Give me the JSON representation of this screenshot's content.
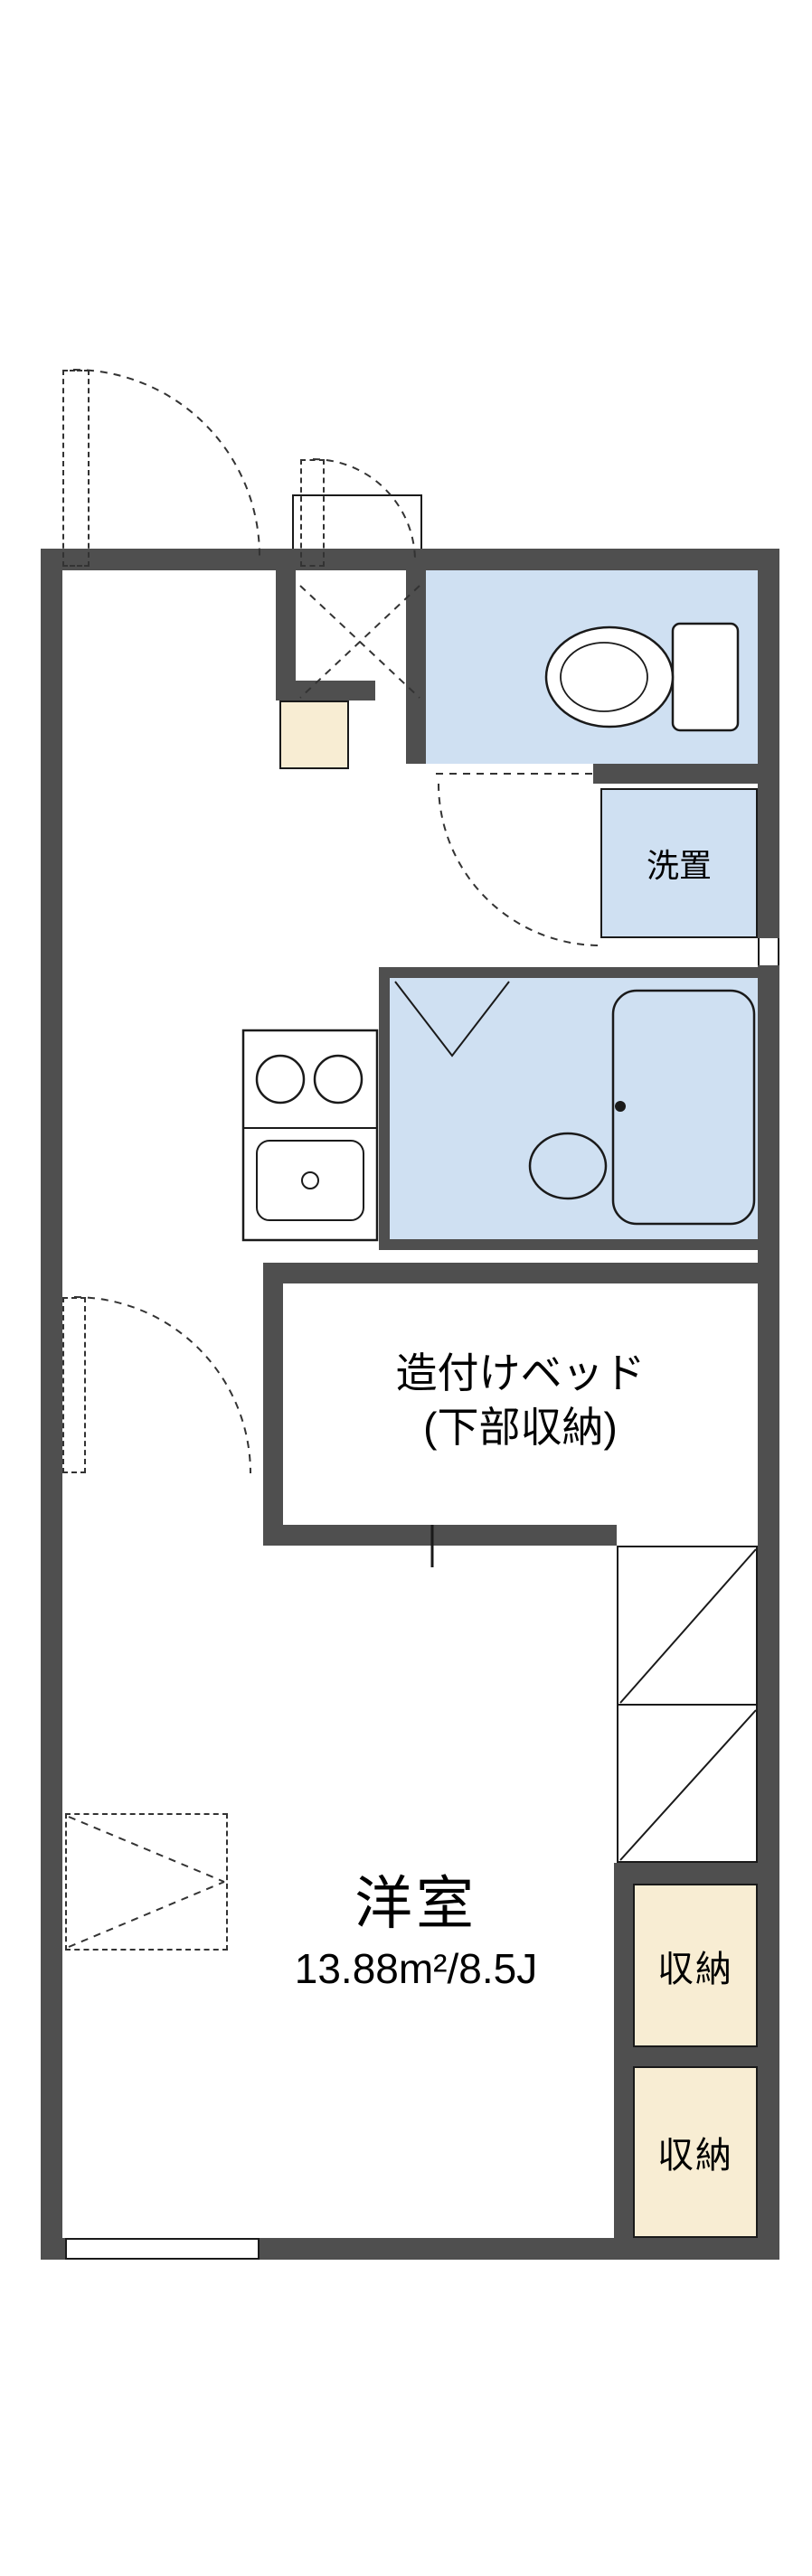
{
  "plan": {
    "rooms": {
      "washer_label": "洗置",
      "bed_label_line1": "造付けベッド",
      "bed_label_line2": "(下部収納)",
      "main_room_name": "洋室",
      "main_room_size": "13.88m²/8.5J",
      "storage_label_1": "収納",
      "storage_label_2": "収納"
    },
    "colors": {
      "wall": "#4f4f4f",
      "wet_area_fill": "#cfe0f2",
      "storage_fill": "#f8edd3",
      "line": "#1a1a1a",
      "background": "#ffffff"
    }
  }
}
